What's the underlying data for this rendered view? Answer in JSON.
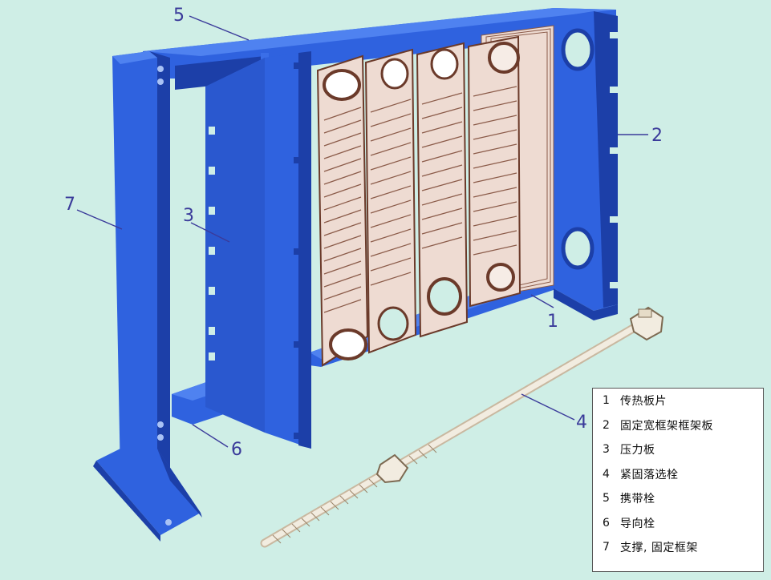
{
  "diagram": {
    "callouts": [
      {
        "id": "1",
        "label": "1"
      },
      {
        "id": "2",
        "label": "2"
      },
      {
        "id": "3",
        "label": "3"
      },
      {
        "id": "4",
        "label": "4"
      },
      {
        "id": "5",
        "label": "5"
      },
      {
        "id": "6",
        "label": "6"
      },
      {
        "id": "7",
        "label": "7"
      }
    ],
    "legend": [
      {
        "num": "1",
        "text": "传热板片"
      },
      {
        "num": "2",
        "text": "固定宽框架框架板"
      },
      {
        "num": "3",
        "text": "压力板"
      },
      {
        "num": "4",
        "text": "紧固落选栓"
      },
      {
        "num": "5",
        "text": "携带栓"
      },
      {
        "num": "6",
        "text": "导向栓"
      },
      {
        "num": "7",
        "text": "支撑, 固定框架"
      }
    ],
    "colors": {
      "background": "#cfeee6",
      "frame": "#2f62df",
      "frame_dark": "#1c3fa8",
      "frame_light": "#4f82f0",
      "plate": "#eedbd2",
      "plate_line": "#6b3a2a",
      "bolt": "#f2ece0",
      "label": "#3a3a9a"
    }
  }
}
